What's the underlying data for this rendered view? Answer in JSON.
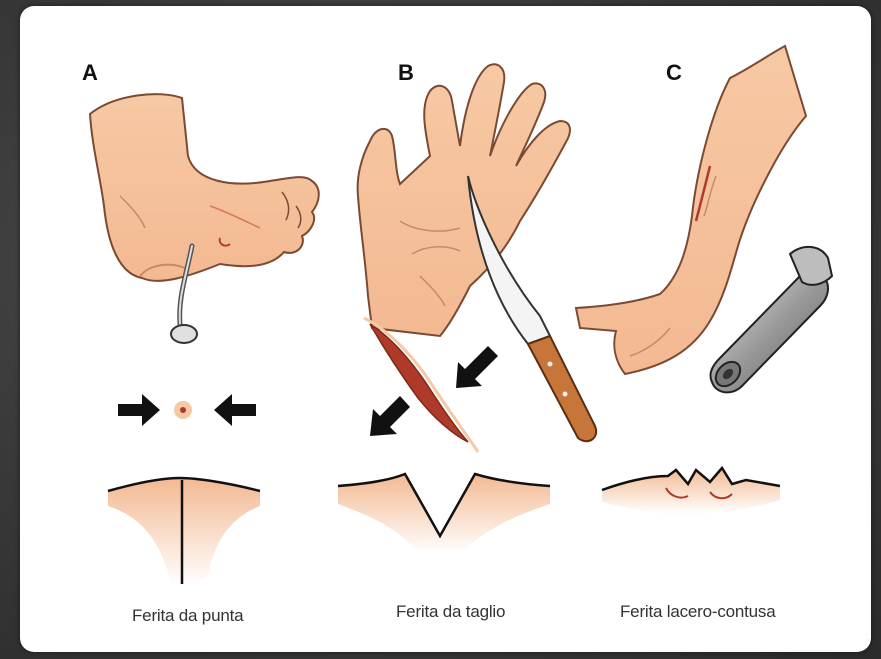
{
  "panels": [
    {
      "letter": "A",
      "caption": "Ferita da punta",
      "depicts": [
        "foot",
        "nail",
        "arrow-in-left",
        "arrow-in-right",
        "puncture-dot",
        "puncture-wound-cross-section"
      ]
    },
    {
      "letter": "B",
      "caption": "Ferita da taglio",
      "depicts": [
        "hand",
        "knife",
        "cut-wound",
        "arrow-out",
        "arrow-in",
        "incised-wound-cross-section"
      ]
    },
    {
      "letter": "C",
      "caption": "Ferita lacero-contusa",
      "depicts": [
        "arm",
        "blunt-metal-object",
        "lacerated-wound-cross-section"
      ]
    }
  ],
  "colors": {
    "skin": "#f6c9a4",
    "skin_shadow": "#e6a07a",
    "outline": "#7a4a33",
    "wound": "#b03a2a",
    "arrow": "#111111",
    "metal": "#c8c8c8",
    "handle": "#c7763a"
  }
}
